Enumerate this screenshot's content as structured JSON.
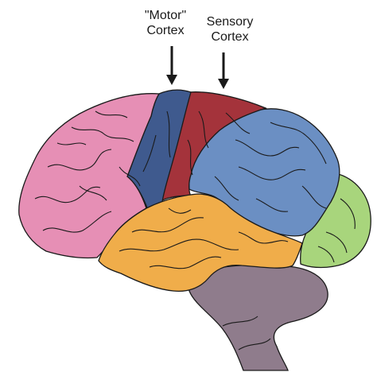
{
  "labels": {
    "motor": [
      "\"Motor\"",
      "Cortex"
    ],
    "sensory": [
      "Sensory",
      "Cortex"
    ]
  },
  "colors": {
    "frontal": "#e68fb5",
    "motor": "#3f5a8e",
    "sensory": "#a4333b",
    "parietal": "#6b8fc3",
    "occipital": "#a8d57c",
    "temporal": "#f0ad4a",
    "cerebellum": "#8a7090",
    "brainstem": "#8f7c8c",
    "outline": "#1a1a1a"
  }
}
